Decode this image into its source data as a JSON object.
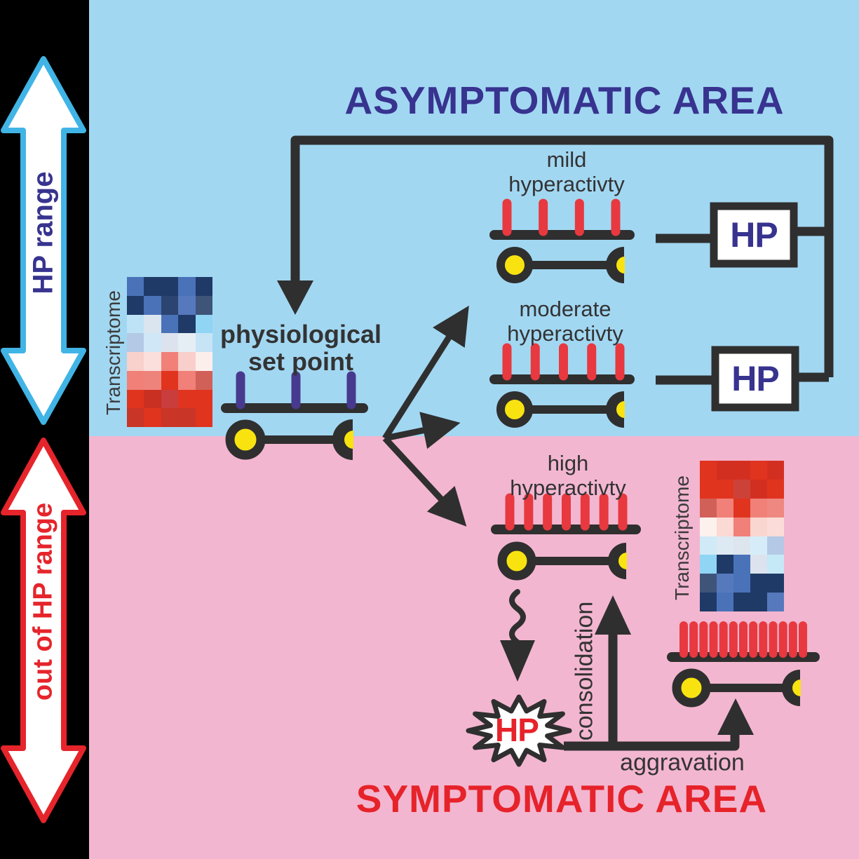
{
  "figure": {
    "left_panel": {
      "hp_range_label": "HP range",
      "out_of_hp_range_label": "out of HP range",
      "hp_range_arrow_color": "#41b4e6",
      "hp_range_text_color": "#37338f",
      "out_of_range_arrow_color": "#e6242b",
      "out_of_range_text_color": "#e6242b",
      "rail_background": "#000000"
    },
    "areas": {
      "asymptomatic": {
        "title": "ASYMPTOMATIC AREA",
        "background": "#a2d7f2",
        "title_color": "#37338f"
      },
      "symptomatic": {
        "title": "SYMPTOMATIC AREA",
        "background": "#f3b6d0",
        "title_color": "#e6232a"
      }
    },
    "set_point": {
      "label_line1": "physiological",
      "label_line2": "set point",
      "spines": {
        "count": 3,
        "color": "#473a8e"
      }
    },
    "neurons": {
      "mild": {
        "label_line1": "mild",
        "label_line2": "hyperactivty",
        "spines": {
          "count": 4,
          "color": "#e7393f"
        }
      },
      "moderate": {
        "label_line1": "moderate",
        "label_line2": "hyperactivty",
        "spines": {
          "count": 5,
          "color": "#e7393f"
        }
      },
      "high": {
        "label_line1": "high",
        "label_line2": "hyperactivty",
        "spines": {
          "count": 7,
          "color": "#e7393f"
        }
      },
      "consolidated": {
        "spines": {
          "count": 13,
          "color": "#e7393f"
        }
      }
    },
    "hp_boxes": {
      "top_label": "HP",
      "bottom_label": "HP",
      "text_color": "#37338f"
    },
    "hp_burst": {
      "label": "HP",
      "text_color": "#e6232a"
    },
    "transitions": {
      "consolidation_label": "consolidation",
      "aggravation_label": "aggravation"
    },
    "soma_color": "#f8e310",
    "line_color": "#2f2f2f"
  },
  "heatmaps": {
    "left": {
      "label": "Transcriptome",
      "rows": [
        [
          "#4a72b8",
          "#1f3a67",
          "#1f3a67",
          "#4a72b8",
          "#1f3a67"
        ],
        [
          "#1f3a67",
          "#4a72b8",
          "#2c4470",
          "#5679bd",
          "#3e5479"
        ],
        [
          "#bfe3f6",
          "#dae5f0",
          "#4a72b8",
          "#1f3a67",
          "#90d5f3"
        ],
        [
          "#b4c9e5",
          "#d0e7f7",
          "#dde3ee",
          "#e6eef5",
          "#c6e4f6"
        ],
        [
          "#f8d0cc",
          "#fbdfdd",
          "#f08078",
          "#f8cfca",
          "#fcefeb"
        ],
        [
          "#f08078",
          "#ee837c",
          "#e0341f",
          "#f08078",
          "#d16058"
        ],
        [
          "#e0341f",
          "#c93022",
          "#c93d3d",
          "#e0341f",
          "#e0341f"
        ],
        [
          "#c93526",
          "#e0341f",
          "#c93526",
          "#c93526",
          "#e0341f"
        ]
      ]
    },
    "right": {
      "label": "Transcriptome",
      "rows": [
        [
          "#e0341f",
          "#d32f21",
          "#d32f21",
          "#e0341f",
          "#d32f21"
        ],
        [
          "#e0341f",
          "#e0341f",
          "#cc4238",
          "#d32f21",
          "#e0341f"
        ],
        [
          "#d16058",
          "#f08078",
          "#e0341f",
          "#f08078",
          "#ee8880"
        ],
        [
          "#fdf1ee",
          "#fbd9d4",
          "#f08078",
          "#f9d6d0",
          "#fbdcd8"
        ],
        [
          "#d0eaf8",
          "#dde9f3",
          "#dde5ef",
          "#d6edf9",
          "#b4c9e5"
        ],
        [
          "#90d5f3",
          "#1f3a67",
          "#4a72b8",
          "#dce3ee",
          "#c6e9f8"
        ],
        [
          "#3e5479",
          "#5679bd",
          "#4a72b8",
          "#1f3a67",
          "#1f3a67"
        ],
        [
          "#1f3a67",
          "#4a72b8",
          "#1f3a67",
          "#1f3a67",
          "#5679bd"
        ]
      ]
    }
  }
}
